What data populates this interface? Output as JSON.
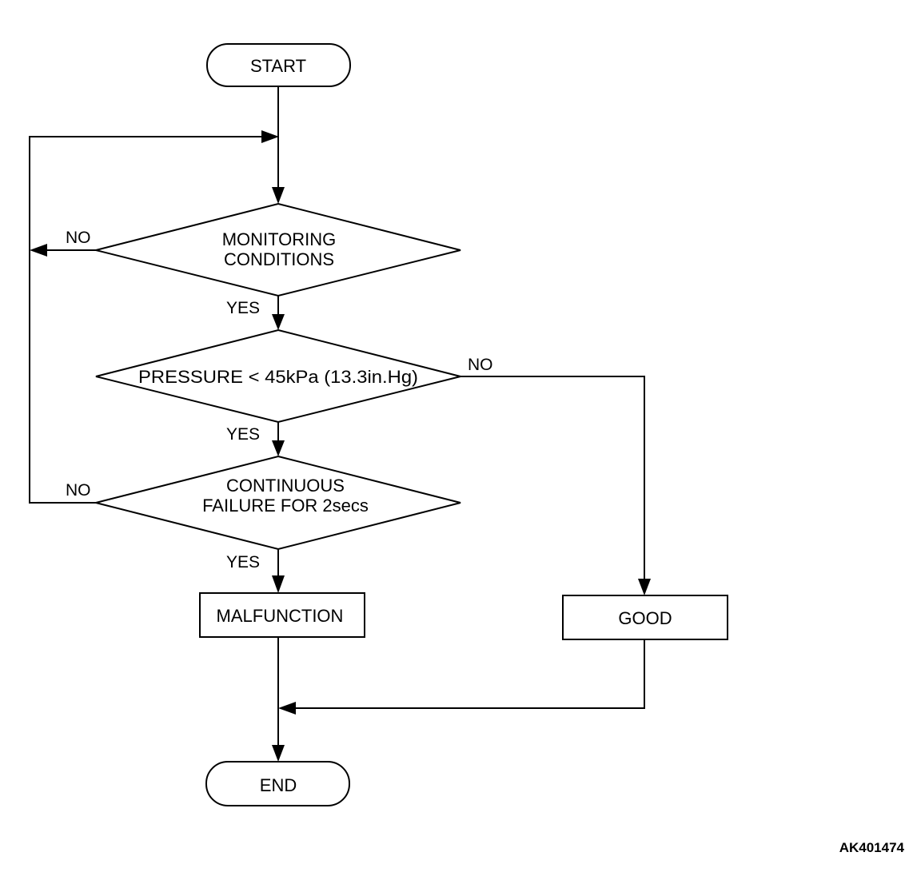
{
  "nodes": {
    "start": "START",
    "monitoring": [
      "MONITORING",
      "CONDITIONS"
    ],
    "pressure": "PRESSURE < 45kPa (13.3in.Hg)",
    "continuous": [
      "CONTINUOUS",
      "FAILURE FOR 2secs"
    ],
    "malfunction": "MALFUNCTION",
    "good": "GOOD",
    "end": "END"
  },
  "branches": {
    "monitoring_no": "NO",
    "monitoring_yes": "YES",
    "pressure_no": "NO",
    "pressure_yes": "YES",
    "continuous_no": "NO",
    "continuous_yes": "YES"
  },
  "figure_code": "AK401474"
}
